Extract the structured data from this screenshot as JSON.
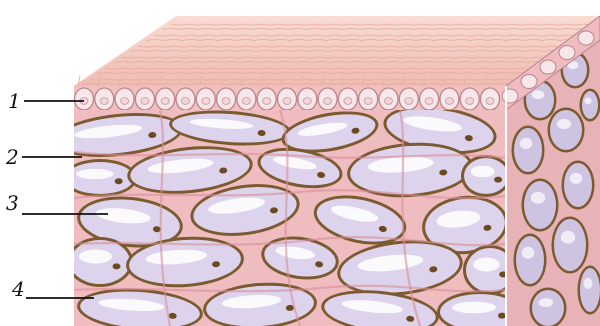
{
  "diagram": {
    "labels": [
      {
        "id": "1",
        "text": "1"
      },
      {
        "id": "2",
        "text": "2"
      },
      {
        "id": "3",
        "text": "3"
      },
      {
        "id": "4",
        "text": "4"
      }
    ]
  },
  "colors": {
    "skin_top": "#f4c9c0",
    "skin_texture": "#e7aaa0",
    "epithelial_cell": "#f7e7ea",
    "epithelial_outline": "#b9848a",
    "connective": "#efbcc0",
    "fiber": "#d98f97",
    "space_fill": "#ddd3ec",
    "space_shadow": "#b5a6cf",
    "space_highlight": "#ffffff",
    "cell_wall": "#7a5a2e",
    "front_edge": "#ffffff",
    "side_face": "#cfc3e2",
    "leader_line": "#111111"
  }
}
